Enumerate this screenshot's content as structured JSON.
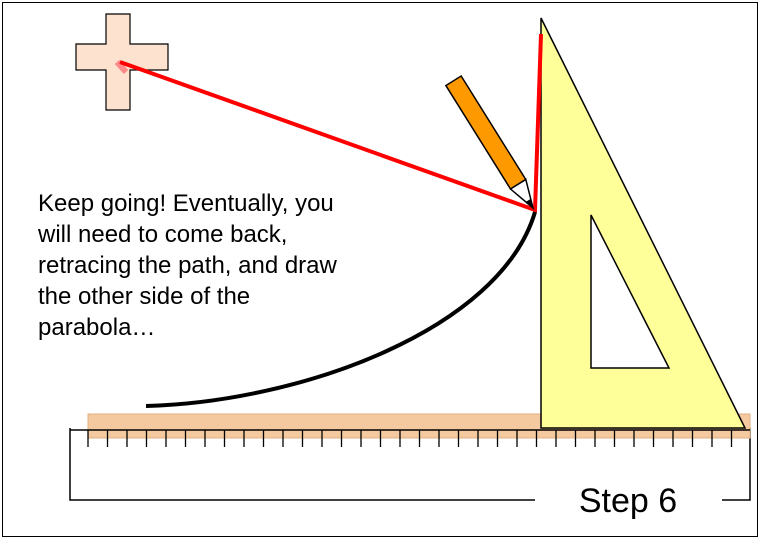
{
  "instructions": {
    "lines": [
      "Keep going! Eventually, you",
      "will need to come back,",
      "retracing the path, and draw",
      "the other side of the",
      "parabola…"
    ]
  },
  "step_label": "Step 6",
  "colors": {
    "string": "#ff0000",
    "parabola": "#000000",
    "set_square_fill": "#ffff99",
    "ruler_fill": "#f5c9a0",
    "focus_marker_fill": "#fde3cf",
    "pencil_body": "#ff9900"
  },
  "icons": {
    "focus_marker": "cross-icon",
    "pencil": "pencil-icon",
    "set_square": "set-square-icon",
    "ruler": "ruler-icon"
  }
}
